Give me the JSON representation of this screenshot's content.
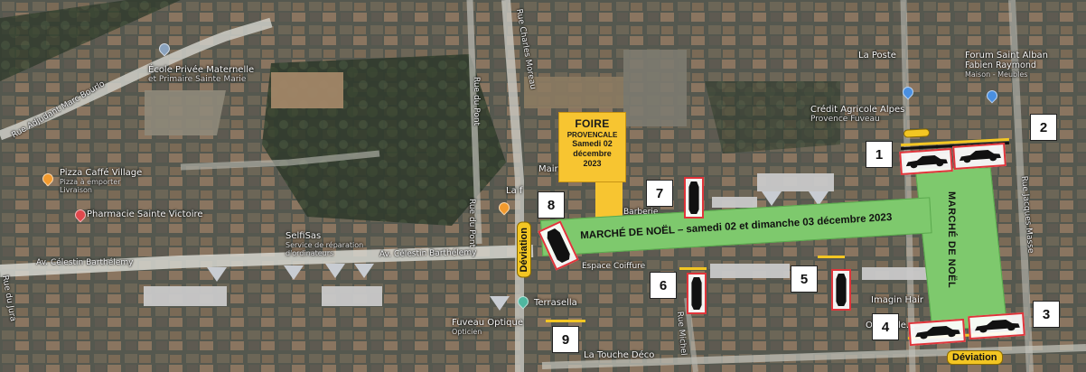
{
  "foire": {
    "title": "FOIRE",
    "subtitle": "PROVENCALE",
    "line1": "Samedi 02",
    "line2": "décembre",
    "line3": "2023"
  },
  "marche_band": "MARCHÉ DE NOËL – samedi 02 et dimanche 03 décembre 2023",
  "marche_vertical": "MARCHÉ DE NOËL",
  "deviation_label": "Déviation",
  "numbers": [
    "1",
    "2",
    "3",
    "4",
    "5",
    "6",
    "7",
    "8",
    "9"
  ],
  "streets": {
    "adjudant": "Rue Adjudant Marc Bourlo",
    "celestin_left": "Av. Célestin Barthélemy",
    "celestin_mid": "Av. Célestin Barthélemy",
    "du_pont": "Rue du Pont",
    "du_pont2": "Rue du Pont",
    "charles": "Rue Charles Moreau",
    "rue_michel": "Rue Michel",
    "aire_right": "Rue Jacques Masse",
    "rue_bottom": "Rue du Jura"
  },
  "pois": {
    "ecole": "École Privée Maternelle",
    "ecole2": "et Primaire Sainte Marie",
    "pizza": "Pizza Caffé Village",
    "pizza_sub": "Pizza à emporter",
    "pizza_sub2": "Livraison",
    "pharmacie": "Pharmacie Sainte Victoire",
    "selfisas": "SelfiSas",
    "selfisas_sub": "Service de réparation",
    "selfisas_sub2": "d'ordinateurs",
    "mairie": "Mairie",
    "laf": "La f",
    "credit": "Crédit Agricole Alpes",
    "credit2": "Provence Fuveau",
    "la_poste": "La Poste",
    "forum": "Forum Saint Alban",
    "fabien": "Fabien Raymond",
    "fabien_sub": "Maison - Meubles",
    "terrasella": "Terrasella",
    "fuveau_optique": "Fuveau Optique",
    "fuveau_optique_sub": "Opticien",
    "latouche": "La Touche Déco",
    "imagin": "Imagin Hair",
    "office": "Office de...",
    "coiffure": "Espace Coiffure",
    "barberie": "Barberie"
  },
  "colors": {
    "foire": "#f7c531",
    "marche": "#7ec96d",
    "car_border": "#e0343a",
    "deviation": "#f3c623"
  },
  "icons": {
    "pin_orange": "location-pin-icon",
    "pin_red": "location-pin-icon",
    "pin_blue": "location-pin-icon",
    "car": "car-icon"
  }
}
